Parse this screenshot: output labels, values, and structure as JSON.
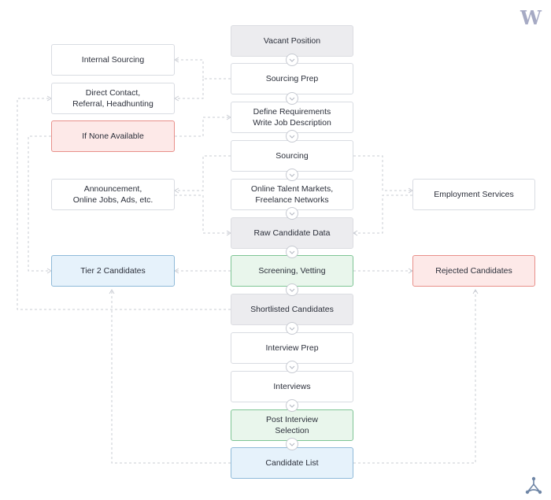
{
  "brand": {
    "logo_letter": "W"
  },
  "nodes": {
    "vacant": "Vacant Position",
    "prep": "Sourcing Prep",
    "define": "Define Requirements\nWrite Job Description",
    "sourcing": "Sourcing",
    "online": "Online Talent Markets,\nFreelance Networks",
    "raw": "Raw Candidate Data",
    "screening": "Screening, Vetting",
    "shortlisted": "Shortlisted Candidates",
    "interview_prep": "Interview Prep",
    "interviews": "Interviews",
    "post_interview": "Post Interview\nSelection",
    "candidate_list": "Candidate List",
    "internal": "Internal Sourcing",
    "direct": "Direct Contact,\nReferral, Headhunting",
    "none": "If None Available",
    "announcement": "Announcement,\nOnline Jobs, Ads, etc.",
    "tier2": "Tier 2 Candidates",
    "employment": "Employment Services",
    "rejected": "Rejected Candidates"
  },
  "colors": {
    "gray": "#ececef",
    "red": "#fde9e8",
    "green": "#e9f6ec",
    "blue": "#e6f2fb",
    "connector": "#c7cad2",
    "dashed_line": "#c9ccd3"
  }
}
